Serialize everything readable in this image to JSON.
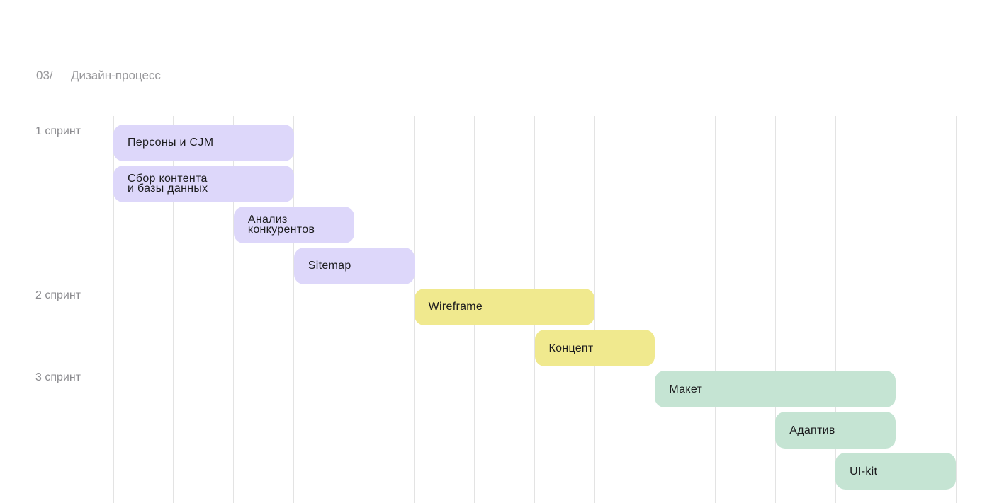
{
  "page": {
    "background": "#FFFFFF"
  },
  "header": {
    "index": "03/",
    "title": "Дизайн-процесс",
    "text_color": "#98989B"
  },
  "chart_data": {
    "type": "bar",
    "variant": "gantt-timeline",
    "title": "Дизайн-процесс",
    "grid": {
      "visible": true,
      "vertical_lines": 15,
      "line_color": "#E3E3E3"
    },
    "row_labels": [
      {
        "label": "1 спринт",
        "row": 0
      },
      {
        "label": "2 спринт",
        "row": 4
      },
      {
        "label": "3 спринт",
        "row": 6
      }
    ],
    "row_label_color": "#8C8C90",
    "task_text_color": "#1C1C1E",
    "phase_colors": {
      "research": "#DDD7FA",
      "concept": "#F0E98E",
      "visual": "#C5E4D3"
    },
    "tasks": [
      {
        "label": "Персоны и CJM",
        "row": 0,
        "col_start": 0,
        "col_span": 3,
        "phase": "research"
      },
      {
        "label": "Сбор контента\nи базы данных",
        "row": 1,
        "col_start": 0,
        "col_span": 3,
        "phase": "research"
      },
      {
        "label": "Анализ\nконкурентов",
        "row": 2,
        "col_start": 2,
        "col_span": 2,
        "phase": "research"
      },
      {
        "label": "Sitemap",
        "row": 3,
        "col_start": 3,
        "col_span": 2,
        "phase": "research"
      },
      {
        "label": "Wireframe",
        "row": 4,
        "col_start": 5,
        "col_span": 3,
        "phase": "concept"
      },
      {
        "label": "Концепт",
        "row": 5,
        "col_start": 7,
        "col_span": 2,
        "phase": "concept"
      },
      {
        "label": "Макет",
        "row": 6,
        "col_start": 9,
        "col_span": 4,
        "phase": "visual"
      },
      {
        "label": "Адаптив",
        "row": 7,
        "col_start": 11,
        "col_span": 2,
        "phase": "visual"
      },
      {
        "label": "UI-kit",
        "row": 8,
        "col_start": 12,
        "col_span": 2,
        "phase": "visual"
      }
    ],
    "layout": {
      "grid_x_start": 160,
      "grid_col_width": 84.93,
      "grid_y_top": 163.5,
      "grid_y_bottom": 711,
      "row_first_top": 175.5,
      "row_height": 52.3,
      "row_pitch": 58.08,
      "bar_radius": 14,
      "label_left": 50
    }
  }
}
